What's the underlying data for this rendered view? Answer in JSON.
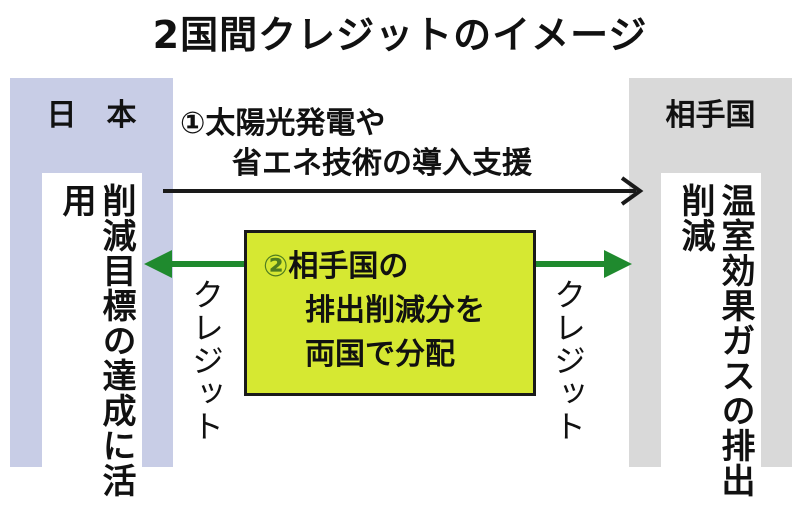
{
  "title": "2国間クレジットのイメージ",
  "left_panel": {
    "title": "日　本",
    "vertical_text": "削減目標の達成に活用"
  },
  "right_panel": {
    "title": "相手国",
    "vertical_text": "温室効果ガスの排出削減"
  },
  "support_arrow": {
    "number": "①",
    "line1": "太陽光発電や",
    "line2": "省エネ技術の導入支援"
  },
  "center_box": {
    "number": "②",
    "line1": "相手国の",
    "line2": "排出削減分を",
    "line3": "両国で分配"
  },
  "credit_left": "クレジット",
  "credit_right": "クレジット",
  "colors": {
    "panel_left": "#c8cde6",
    "panel_right": "#d9d9d9",
    "arrow_black": "#1a1a1a",
    "arrow_green": "#1f8a2e",
    "center_fill": "#d6e832",
    "number_fill": "#4f7d1f"
  }
}
